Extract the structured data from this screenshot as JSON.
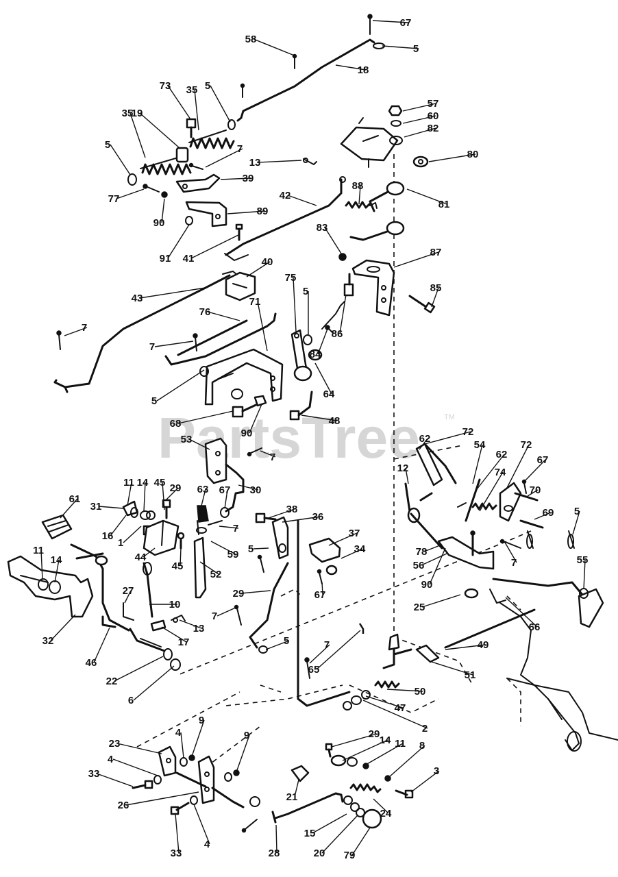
{
  "watermark": {
    "text": "PartsTree",
    "trademark": "TM"
  },
  "callouts": [
    "67",
    "5",
    "58",
    "18",
    "73",
    "35",
    "5",
    "57",
    "60",
    "82",
    "35",
    "19",
    "5",
    "7",
    "80",
    "13",
    "39",
    "88",
    "81",
    "77",
    "42",
    "90",
    "89",
    "91",
    "41",
    "83",
    "87",
    "40",
    "43",
    "75",
    "5",
    "85",
    "7",
    "76",
    "71",
    "86",
    "84",
    "7",
    "64",
    "5",
    "68",
    "48",
    "90",
    "62",
    "72",
    "53",
    "7",
    "54",
    "62",
    "72",
    "12",
    "74",
    "67",
    "11",
    "14",
    "45",
    "29",
    "30",
    "63",
    "67",
    "31",
    "61",
    "70",
    "38",
    "36",
    "16",
    "7",
    "69",
    "1",
    "59",
    "5",
    "37",
    "44",
    "5",
    "34",
    "78",
    "56",
    "11",
    "14",
    "45",
    "52",
    "7",
    "90",
    "67",
    "29",
    "27",
    "10",
    "25",
    "66",
    "55",
    "32",
    "13",
    "7",
    "17",
    "5",
    "7",
    "65",
    "49",
    "46",
    "22",
    "51",
    "6",
    "50",
    "47",
    "2",
    "9",
    "29",
    "14",
    "4",
    "9",
    "11",
    "8",
    "23",
    "4",
    "3",
    "33",
    "26",
    "21",
    "24",
    "15",
    "33",
    "4",
    "28",
    "20",
    "79"
  ]
}
